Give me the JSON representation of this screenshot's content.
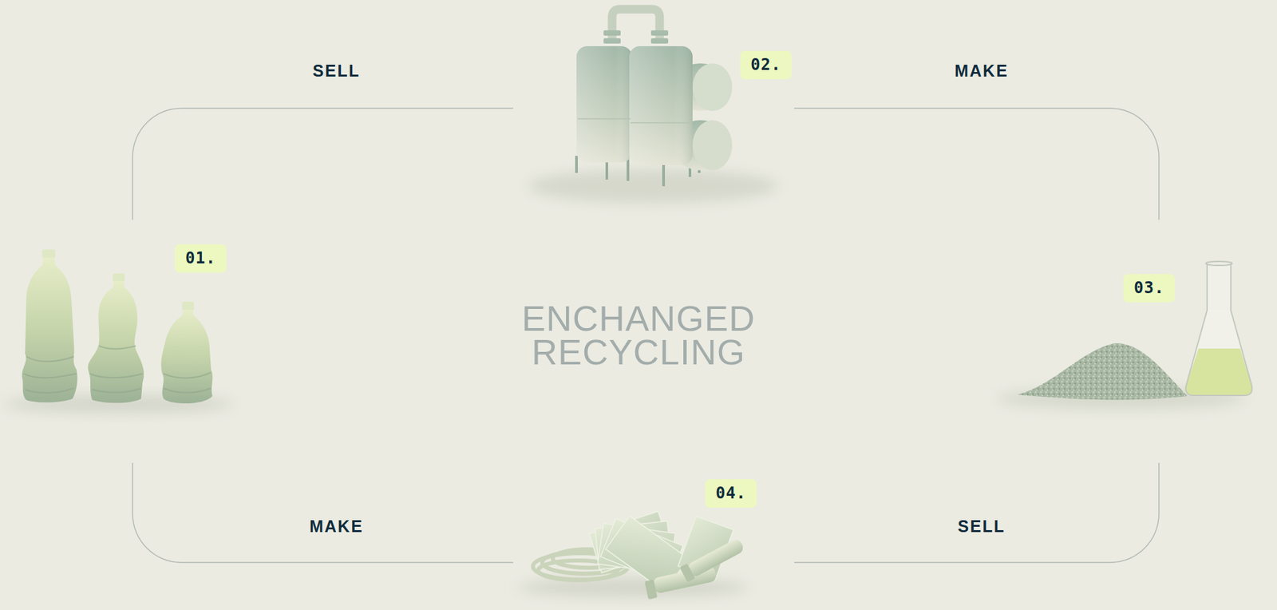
{
  "diagram": {
    "title": "ENCHANGED RECYCLING",
    "nodes": [
      {
        "text": [
          "01."
        ]
      },
      {
        "text": [
          "02."
        ]
      },
      {
        "text": [
          "03."
        ]
      },
      {
        "text": [
          "04."
        ]
      }
    ],
    "edges": [
      {
        "from": 0,
        "to": 1,
        "arrow": "none",
        "label": "SELL"
      },
      {
        "from": 1,
        "to": 2,
        "arrow": "none",
        "label": "MAKE"
      },
      {
        "from": 2,
        "to": 3,
        "arrow": "none",
        "label": "SELL"
      },
      {
        "from": 3,
        "to": 0,
        "arrow": "none",
        "label": "MAKE"
      }
    ]
  }
}
